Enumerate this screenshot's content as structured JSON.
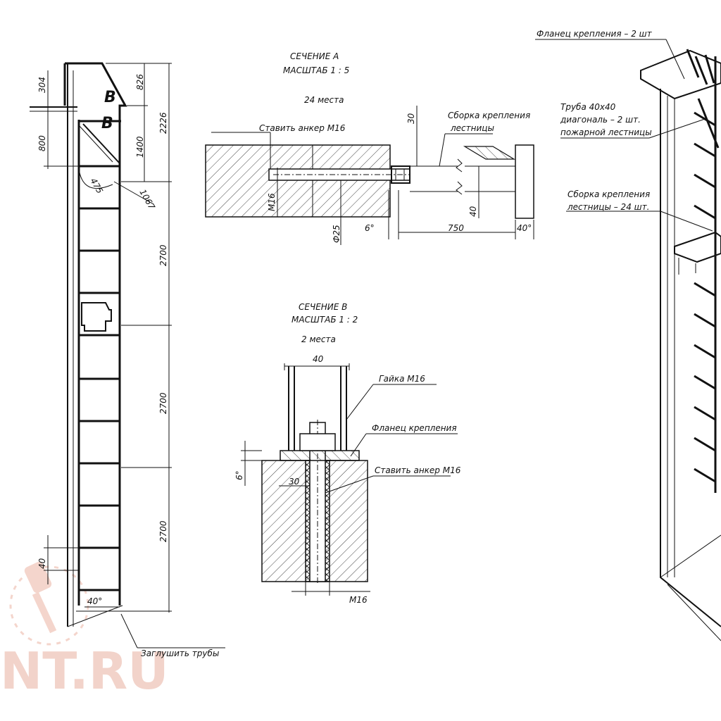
{
  "section_a": {
    "title": "СЕЧЕНИЕ А",
    "scale": "МАСШТАБ 1 : 5",
    "count": "24 места",
    "anchor_label": "Ставить анкер М16",
    "assembly_label_line1": "Сборка крепления",
    "assembly_label_line2": "лестницы",
    "dims": {
      "m16": "М16",
      "d25": "Ф25",
      "six": "6°",
      "d750": "750",
      "d40a": "40",
      "d40b": "40°",
      "d30": "30"
    }
  },
  "section_b": {
    "title": "СЕЧЕНИЕ В",
    "scale": "МАСШТАБ 1 : 2",
    "count": "2 места",
    "nut_label": "Гайка М16",
    "flange_label": "Фланец крепления",
    "anchor_label": "Ставить анкер М16",
    "dims": {
      "d40": "40",
      "d30": "30",
      "six": "6°",
      "m16": "М16"
    }
  },
  "side_view": {
    "letter_b1": "В",
    "letter_b2": "В",
    "plug_label": "Заглушить трубы",
    "dims": {
      "d304": "304",
      "d800": "800",
      "d826": "826",
      "d2226": "2226",
      "d1400": "1400",
      "d475": "475",
      "d1067": "1067",
      "d2700a": "2700",
      "d2700b": "2700",
      "d2700c": "2700",
      "d40": "40",
      "d40deg": "40°"
    }
  },
  "iso_view": {
    "flange_label": "Фланец крепления – 2 шт",
    "pipe_line1": "Труба 40х40",
    "pipe_line2": "диагональ – 2 шт.",
    "pipe_line3": "пожарной лестницы",
    "assembly_line1": "Сборка крепления",
    "assembly_line2": "лестницы – 24 шт."
  },
  "watermark": {
    "text": "NT.RU",
    "color": "#e8b0a0"
  }
}
